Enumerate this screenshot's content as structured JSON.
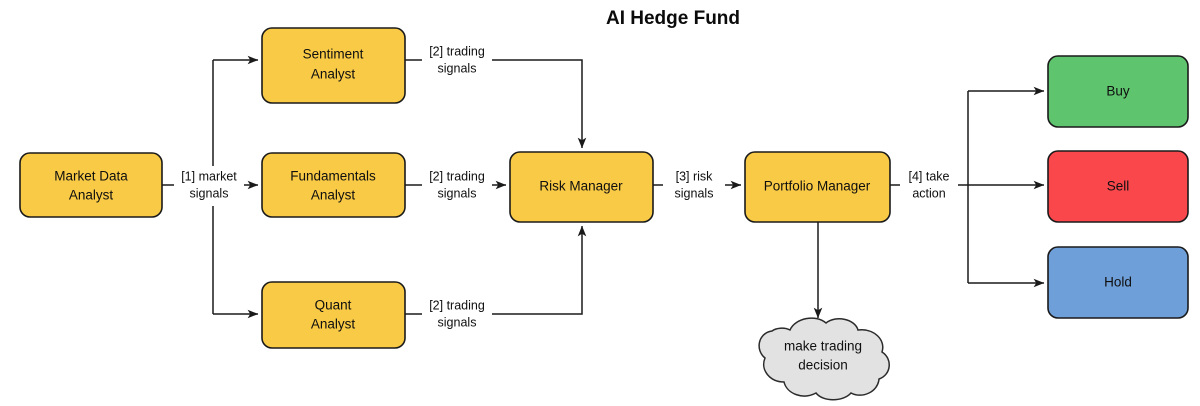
{
  "title": "AI Hedge Fund",
  "colors": {
    "agent_yellow": "#f9ca46",
    "buy_green": "#5ec46e",
    "sell_red": "#f9474c",
    "hold_blue": "#6f9fd8",
    "cloud_gray": "#e2e2e2",
    "stroke": "#1a1a1a",
    "background": "#ffffff"
  },
  "nodes": {
    "market_data_analyst": {
      "line1": "Market Data",
      "line2": "Analyst",
      "color": "#f9ca46"
    },
    "sentiment_analyst": {
      "line1": "Sentiment",
      "line2": "Analyst",
      "color": "#f9ca46"
    },
    "fundamentals_analyst": {
      "line1": "Fundamentals",
      "line2": "Analyst",
      "color": "#f9ca46"
    },
    "quant_analyst": {
      "line1": "Quant",
      "line2": "Analyst",
      "color": "#f9ca46"
    },
    "risk_manager": {
      "line1": "Risk Manager",
      "line2": "",
      "color": "#f9ca46"
    },
    "portfolio_manager": {
      "line1": "Portfolio Manager",
      "line2": "",
      "color": "#f9ca46"
    },
    "buy": {
      "line1": "Buy",
      "line2": "",
      "color": "#5ec46e"
    },
    "sell": {
      "line1": "Sell",
      "line2": "",
      "color": "#f9474c"
    },
    "hold": {
      "line1": "Hold",
      "line2": "",
      "color": "#6f9fd8"
    },
    "decision_cloud": {
      "line1": "make trading",
      "line2": "decision",
      "color": "#e2e2e2"
    }
  },
  "edges": {
    "market_signals": {
      "line1": "[1] market",
      "line2": "signals"
    },
    "sentiment_signals": {
      "line1": "[2] trading",
      "line2": "signals"
    },
    "fundamentals_signals": {
      "line1": "[2] trading",
      "line2": "signals"
    },
    "quant_signals": {
      "line1": "[2] trading",
      "line2": "signals"
    },
    "risk_signals": {
      "line1": "[3] risk",
      "line2": "signals"
    },
    "take_action": {
      "line1": "[4] take",
      "line2": "action"
    }
  }
}
